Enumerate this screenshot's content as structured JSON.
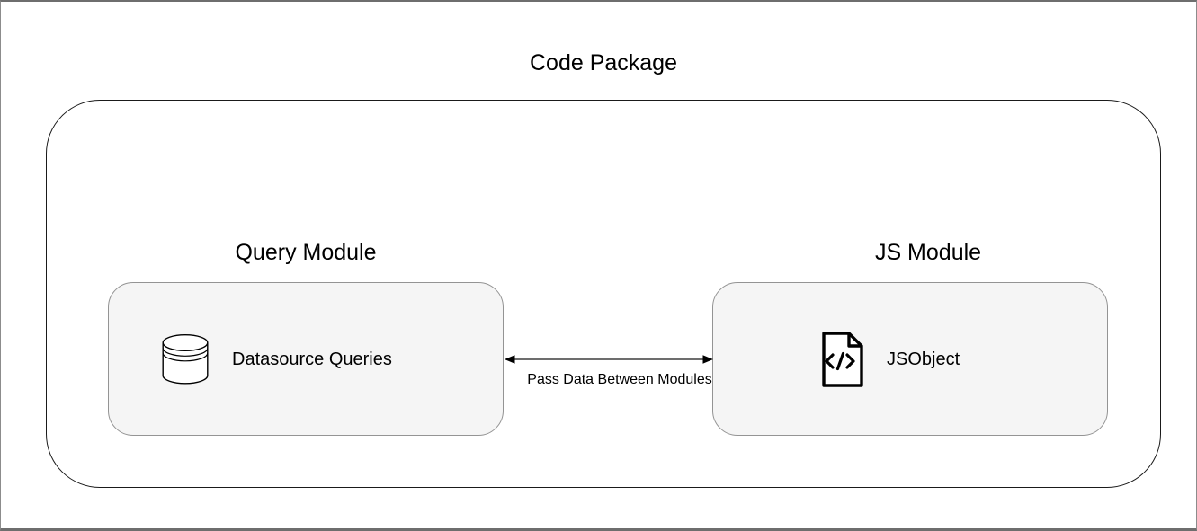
{
  "title": "Code Package",
  "modules": [
    {
      "label": "Query Module",
      "item": "Datasource Queries",
      "icon": "database-icon"
    },
    {
      "label": "JS Module",
      "item": "JSObject",
      "icon": "code-file-icon"
    }
  ],
  "connector": {
    "label": "Pass Data Between Modules",
    "style": "bidirectional-arrow"
  },
  "colors": {
    "module_box_fill": "#f5f5f5",
    "module_box_border": "#949494",
    "container_border": "#1a1a1a",
    "frame_border": "#6e6e6e",
    "arrow_color": "#000000",
    "text_color": "#000000"
  }
}
